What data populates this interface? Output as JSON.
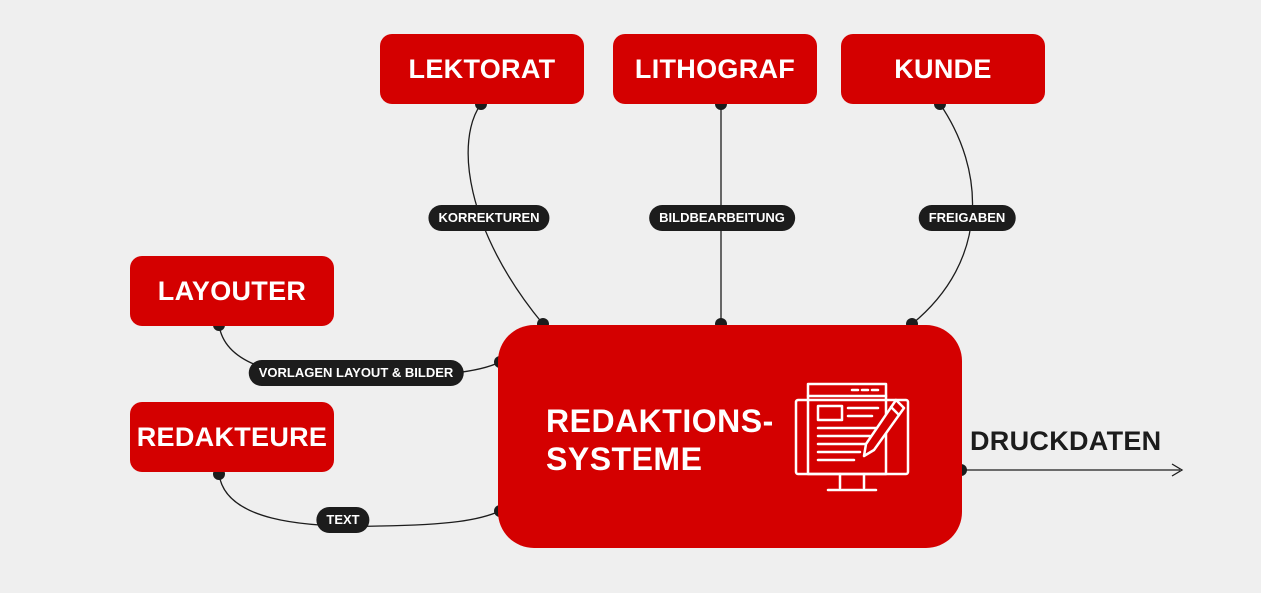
{
  "colors": {
    "accent": "#d40000",
    "background": "#efefef",
    "pill": "#1c1c1c",
    "line": "#1c1c1c"
  },
  "roles": {
    "lektorat": "LEKTORAT",
    "lithograf": "LITHOGRAF",
    "kunde": "KUNDE",
    "layouter": "LAYOUTER",
    "redakteure": "REDAKTEURE"
  },
  "connections": {
    "korrekturen": "KORREKTUREN",
    "bildbearbeitung": "BILDBEARBEITUNG",
    "freigaben": "FREIGABEN",
    "vorlagen": "VORLAGEN LAYOUT & BILDER",
    "text": "TEXT"
  },
  "center": {
    "line1": "REDAKTIONS-",
    "line2": "SYSTEME",
    "icon": "monitor-editing-icon"
  },
  "output": "DRUCKDATEN"
}
